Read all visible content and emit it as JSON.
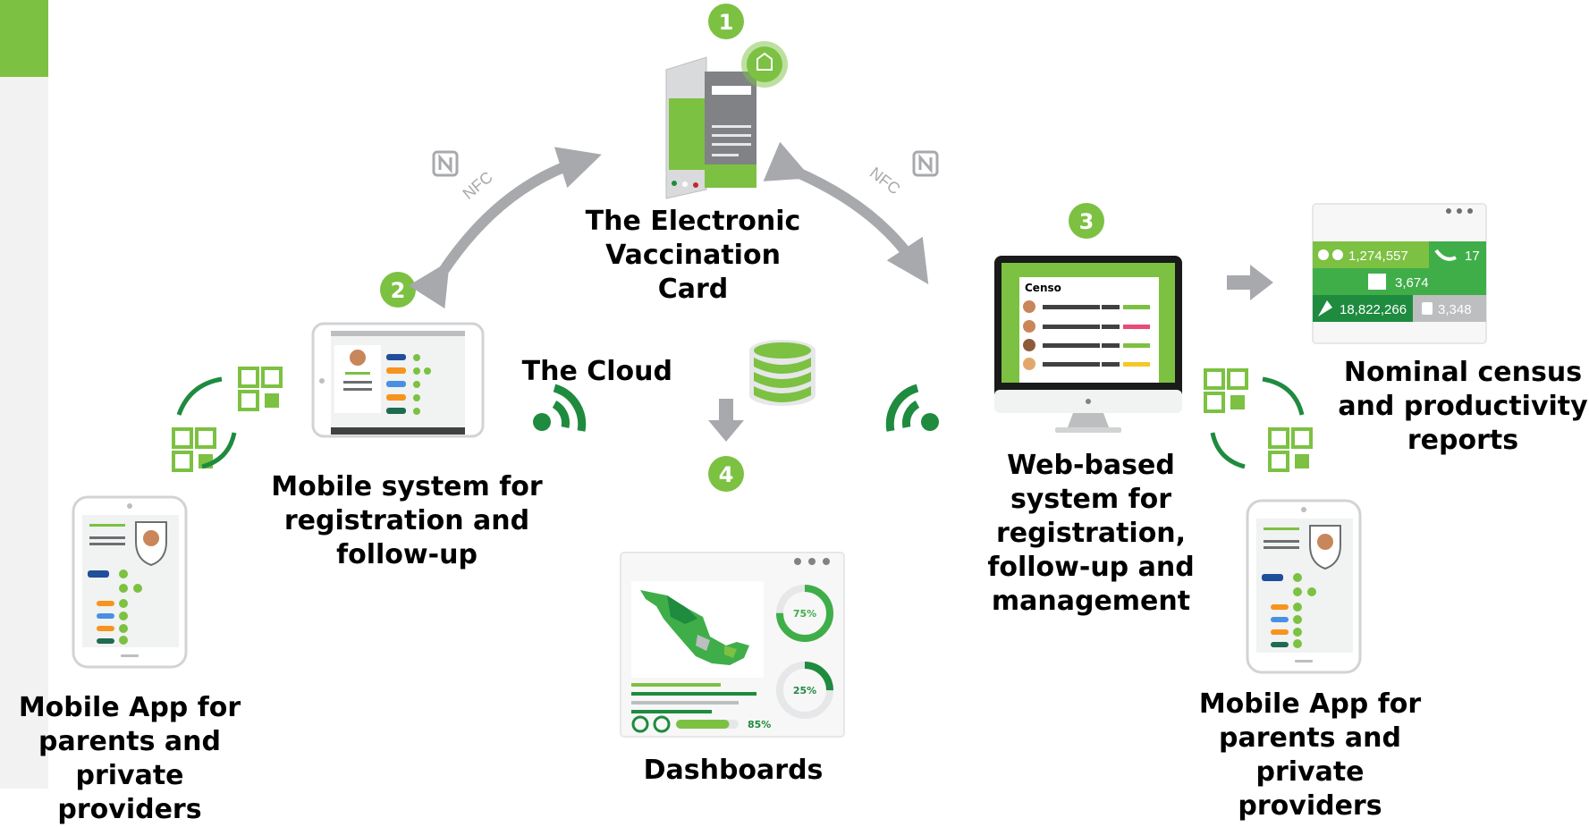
{
  "colors": {
    "green_light": "#7cc142",
    "green_dark": "#1e8b3e",
    "green_mid": "#3fae49",
    "gray_arrow": "#a7a9ac",
    "gray_light": "#e6e7e8"
  },
  "steps": [
    "1",
    "2",
    "3",
    "4"
  ],
  "labels": {
    "card": "The Electronic\nVaccination\nCard",
    "cloud": "The Cloud",
    "mobile_system": "Mobile system for\nregistration and\nfollow-up",
    "web_system": "Web-based\nsystem for\nregistration,\nfollow-up and\nmanagement",
    "census": "Nominal census\nand productivity\nreports",
    "app_left": "Mobile App for\nparents and\nprivate providers",
    "app_right": "Mobile App for\nparents and\nprivate providers",
    "dashboards": "Dashboards"
  },
  "nfc": {
    "left": "NFC",
    "right": "NFC"
  },
  "web_screen": {
    "title": "Censo"
  },
  "census_report": {
    "v1": "1,274,557",
    "v2": "17",
    "v3": "3,674",
    "v4": "18,822,266",
    "v5": "3,348"
  },
  "dashboard": {
    "gauge1": "75%",
    "gauge2": "25%",
    "bar": "85%",
    "gauge1_value": 0.75,
    "gauge2_value": 0.25,
    "bar_value": 0.85
  }
}
